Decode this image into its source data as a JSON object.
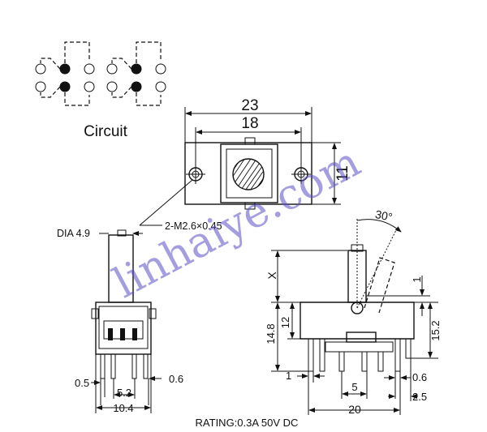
{
  "circuit": {
    "title": "Circuit"
  },
  "top_view": {
    "dim_overall": "23",
    "dim_inner": "18",
    "dim_height": "11",
    "screw_note": "2-M2.6×0.45"
  },
  "front_view": {
    "dia_note": "DIA 4.9",
    "dim_pin_width": "0.5",
    "dim_pin_pitch": "5.2",
    "dim_body_width": "10.4",
    "dim_pin_thickness": "0.6"
  },
  "side_view": {
    "angle_label": "30°",
    "dim_travel": "X",
    "dim_offset": "1",
    "dim_height_total": "14.8",
    "dim_height_body": "12",
    "dim_height_right": "15.2",
    "dim_pin_gap_left": "1",
    "dim_pin_pitch": "5",
    "dim_pin_thickness": "0.6",
    "dim_pin_offset": "2.5",
    "dim_body_length": "20"
  },
  "rating": {
    "text": "RATING:0.3A 50V DC"
  },
  "watermark": {
    "text": "linhaiye.com",
    "color": "#5a4fc7"
  }
}
